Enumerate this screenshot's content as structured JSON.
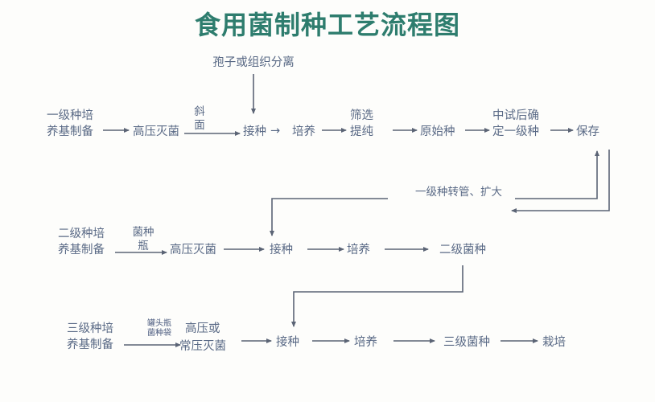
{
  "title": "食用菌制种工艺流程图",
  "chart_data": {
    "type": "diagram",
    "title": "食用菌制种工艺流程图",
    "diagram_kind": "process-flowchart",
    "orientation": "left-to-right, three stacked rows",
    "colors": {
      "title": "#2e7d6e",
      "node_text": "#5a6a86",
      "line": "#5b6475",
      "background": "#fdfdfb"
    },
    "rows": [
      {
        "name": "first-level-spawn-row",
        "nodes": [
          "一级种培养基制备",
          "高压灭菌",
          "接种",
          "培养",
          "筛选提纯",
          "原始种",
          "中试后确定一级种",
          "保存"
        ],
        "edge_labels": [
          "斜面"
        ],
        "external_input": "孢子或组织分离"
      },
      {
        "name": "second-level-spawn-row",
        "nodes": [
          "二级种培养基制备",
          "高压灭菌",
          "接种",
          "培养",
          "二级菌种"
        ],
        "edge_labels": [
          "菌种瓶"
        ]
      },
      {
        "name": "third-level-spawn-row",
        "nodes": [
          "三级种培养基制备",
          "高压或常压灭菌",
          "接种",
          "培养",
          "三级菌种",
          "栽培"
        ],
        "edge_labels": [
          "罐头瓶菌种袋"
        ]
      }
    ],
    "connectors": [
      {
        "label": "一级种转管、扩大",
        "from": "保存",
        "to": "二级种接种"
      },
      {
        "label": "",
        "from": "二级菌种",
        "to": "三级种接种"
      },
      {
        "label": "",
        "from": "中试后确定一级种 / 保存",
        "to": "一级种转管、扩大"
      }
    ]
  },
  "nodes": {
    "spore_isolation": "孢子或组织分离",
    "row1_medium": "一级种培养基制备",
    "row1_medium_l1": "一级种培",
    "row1_medium_l2": "养基制备",
    "row1_sterilize": "高压灭菌",
    "row1_slant_l1": "斜",
    "row1_slant_l2": "面",
    "row1_inoculate": "接种",
    "row1_arrow_glyph": "→",
    "row1_culture": "培养",
    "row1_screen_l1": "筛选",
    "row1_screen_l2": "提纯",
    "row1_original": "原始种",
    "row1_pilot_l1": "中试后确",
    "row1_pilot_l2": "定一级种",
    "row1_store": "保存",
    "connector_label": "一级种转管、扩大",
    "row2_medium_l1": "二级种培",
    "row2_medium_l2": "养基制备",
    "row2_bottle_l1": "菌种",
    "row2_bottle_l2": "瓶",
    "row2_sterilize": "高压灭菌",
    "row2_inoculate": "接种",
    "row2_culture": "培养",
    "row2_spawn": "二级菌种",
    "row3_medium_l1": "三级种培",
    "row3_medium_l2": "养基制备",
    "row3_bag_l1": "罐头瓶",
    "row3_bag_l2": "菌种袋",
    "row3_sterilize_l1": "高压或",
    "row3_sterilize_l2": "常压灭菌",
    "row3_inoculate": "接种",
    "row3_culture": "培养",
    "row3_spawn": "三级菌种",
    "row3_cultivate": "栽培"
  }
}
